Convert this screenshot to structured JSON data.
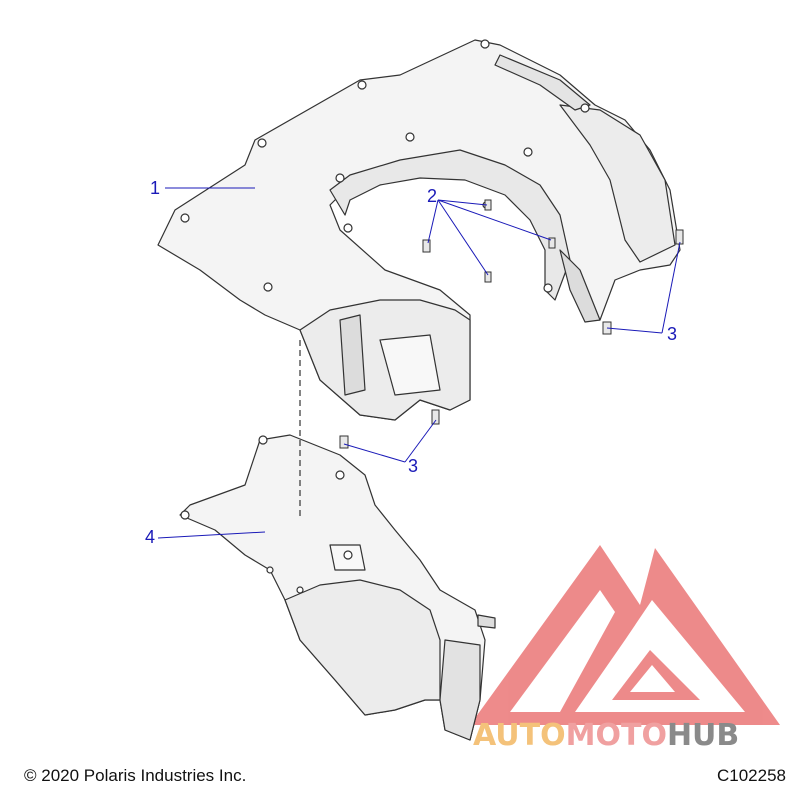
{
  "callouts": {
    "c1": "1",
    "c2": "2",
    "c3a": "3",
    "c3b": "3",
    "c4": "4"
  },
  "footer": {
    "copyright": "© 2020 Polaris Industries Inc.",
    "doc_number": "C102258"
  },
  "watermark": {
    "part1": "AUTO",
    "part2": "MOTO",
    "part3": "HUB",
    "colors": {
      "auto": "#f4c27a",
      "moto": "#f0a0a0",
      "hub": "#8a8a8a",
      "logo": "#e86464"
    }
  },
  "colors": {
    "callout": "#1a1ab8",
    "part_fill": "#f4f4f4",
    "part_stroke": "#333333"
  }
}
